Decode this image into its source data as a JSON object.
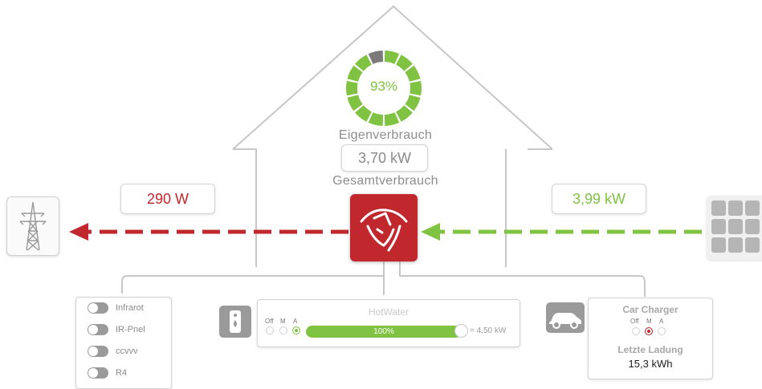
{
  "colors": {
    "red": "#c0282d",
    "green": "#80c342",
    "ring_empty": "#7a7a7a",
    "line_gray": "#c8c8c8"
  },
  "house": {
    "self_consumption_percent_label": "93%",
    "self_consumption_fraction": 0.93,
    "self_consumption_label": "Eigenverbrauch",
    "total_consumption_value": "3,70 kW",
    "total_consumption_label": "Gesamtverbrauch"
  },
  "grid": {
    "icon": "power-pylon-icon",
    "value": "290 W"
  },
  "solar": {
    "icon": "solar-panel-icon",
    "value": "3,99 kW"
  },
  "inverter": {
    "icon": "fox-logo-icon"
  },
  "switches": {
    "items": [
      {
        "label": "Infrarot"
      },
      {
        "label": "IR-Pnel"
      },
      {
        "label": "ccvvv"
      },
      {
        "label": "R4"
      }
    ]
  },
  "hotwater": {
    "icon": "water-heater-icon",
    "title": "HotWater",
    "mode_labels": [
      "Off",
      "M",
      "A"
    ],
    "selected_mode": "A",
    "progress_label": "100%",
    "progress_fraction": 1.0,
    "energy": "= 4,50 kW"
  },
  "car_charger": {
    "icon": "car-icon",
    "title": "Car Charger",
    "mode_labels": [
      "Off",
      "M",
      "A"
    ],
    "selected_mode": "M",
    "last_charge_label": "Letzte Ladung",
    "last_charge_value": "15,3 kWh"
  }
}
